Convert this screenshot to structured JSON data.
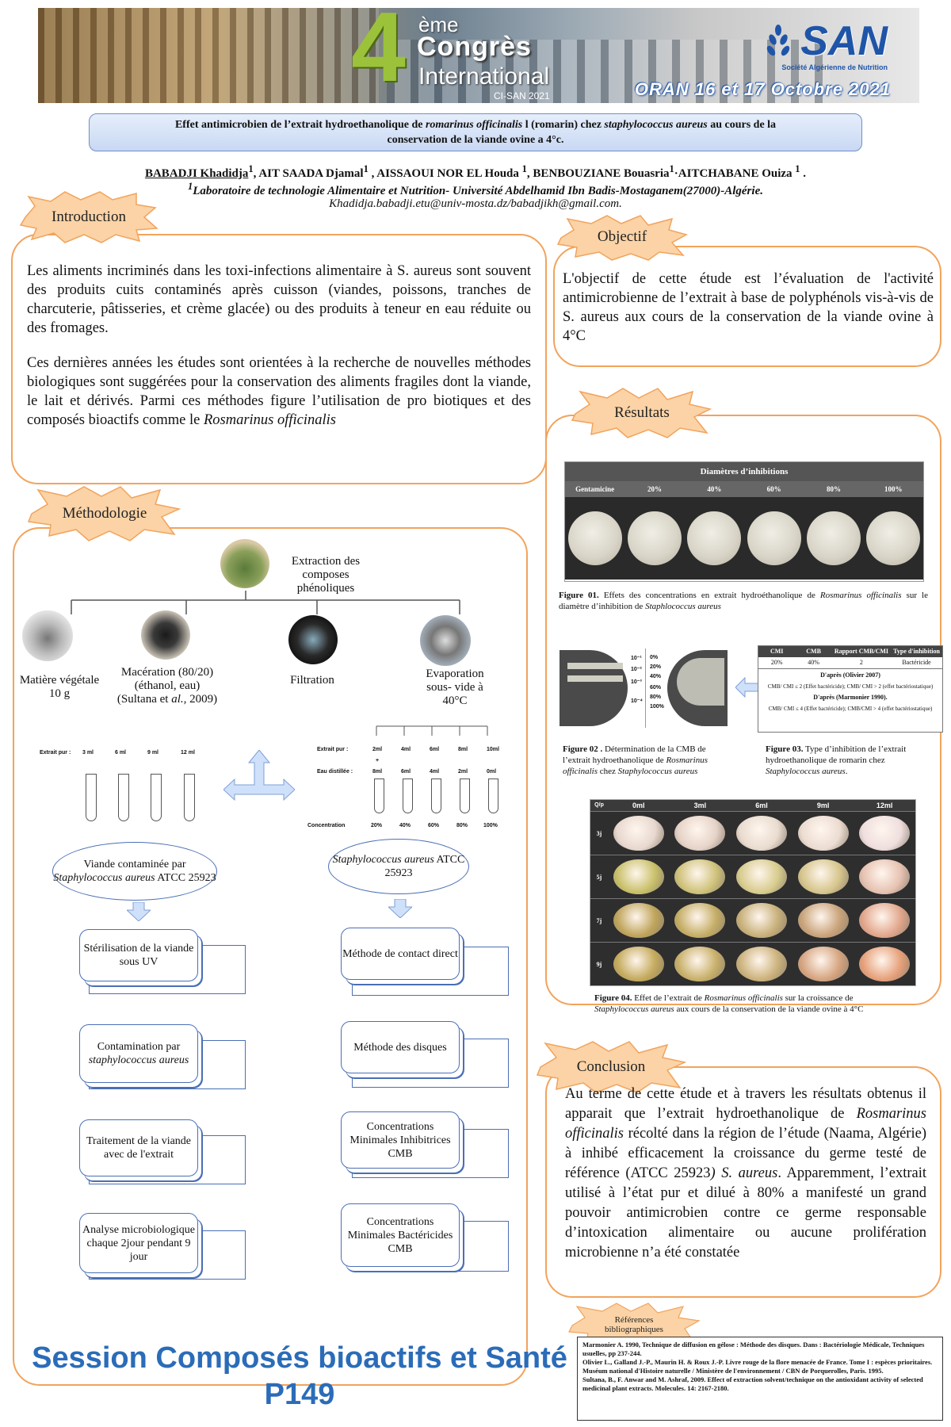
{
  "banner": {
    "number": "4",
    "ordinal": "ème",
    "line1": "Congrès",
    "line2": "International",
    "edition": "CI-SAN 2021",
    "logo_word": "SAN",
    "logo_sub": "Société Algérienne de Nutrition",
    "location_date": "ORAN  16 et 17 Octobre 2021"
  },
  "title": {
    "part1": "Effet antimicrobien de l’extrait hydroethanolique de ",
    "species": "romarinus officinalis",
    "part2": " l (romarin) chez ",
    "bacterium": "staphylococcus aureus",
    "part3": " au cours de la",
    "line2": "conservation de la viande ovine a 4°c."
  },
  "authors": {
    "first": "BABADJI Khadidja",
    "sup1": "1",
    "rest": ", AIT SAADA Djamal",
    "rest2": " , AISSAOUI NOR EL Houda ",
    "rest3": ", BENBOUZIANE Bouasria",
    "rest4": "·AITCHABANE Ouiza ",
    "end": " ."
  },
  "affiliation": "Laboratoire de technologie Alimentaire et Nutrition- Université Abdelhamid Ibn Badis-Mostaganem(27000)-Algérie.",
  "affiliation_sup": "1",
  "email": "Khadidja.babadji.etu@univ-mosta.dz/babadjikh@gmail.com",
  "email_end": ".",
  "introduction": {
    "heading": "Introduction",
    "p1": "Les aliments incriminés dans les toxi-infections alimentaire à S. aureus sont souvent des produits cuits contaminés après cuisson (viandes, poissons, tranches de charcuterie, pâtisseries, et crème glacée) ou des produits à teneur en eau réduite ou des fromages.",
    "p2": "Ces dernières années les études sont orientées à la recherche de nouvelles méthodes biologiques sont suggérées pour la conservation des aliments fragiles dont la viande, le lait et dérivés. Parmi ces méthodes figure l’utilisation de pro biotiques et des composés bioactifs comme le ",
    "p2_italic": "Rosmarinus officinalis"
  },
  "objectif": {
    "heading": "Objectif",
    "text": "L'objectif de cette étude est l’évaluation de l'activité antimicrobienne de l’extrait à base de polyphénols vis-à-vis de S. aureus aux cours de la conservation de la viande ovine à 4°C"
  },
  "methodologie": {
    "heading": "Méthodologie",
    "extraction": "Extraction des composes phénoliques",
    "steps": [
      "Matière végétale 10 g",
      "Macération (80/20)(éthanol, eau)  (Sultana et ",
      "Filtration",
      "Evaporation sous- vide à 40°C"
    ],
    "step2_italic": "al.,",
    "step2_year": " 2009)",
    "left_table": {
      "label": "Extrait pur :",
      "values": [
        "3 ml",
        "6 ml",
        "9 ml",
        "12 ml"
      ]
    },
    "right_table": {
      "row1_label": "Extrait pur :",
      "row1": [
        "2ml",
        "4ml",
        "6ml",
        "8ml",
        "10ml"
      ],
      "plus": "+",
      "row2_label": "Eau distillée :",
      "row2": [
        "8ml",
        "6ml",
        "4ml",
        "2ml",
        "0ml"
      ],
      "row3_label": "Concentration",
      "row3": [
        "20%",
        "40%",
        "60%",
        "80%",
        "100%"
      ]
    },
    "oval_left": {
      "a": "Viande contaminée par ",
      "b": "Staphylococcus aureus",
      "c": " ATCC 25923"
    },
    "oval_right": {
      "a": "Staphylococcus aureus",
      "b": " ATCC 25923"
    },
    "left_steps": [
      "Stérilisation de la viande sous  UV",
      "Contamination par ",
      "Traitement de la viande avec de l'extrait",
      "Analyse microbiologique chaque 2jour pendant 9 jour"
    ],
    "left_step2_italic": "staphylococcus aureus",
    "right_steps": [
      "Méthode de contact direct",
      "Méthode des disques",
      "Concentrations Minimales Inhibitrices CMB",
      "Concentrations Minimales Bactéricides CMB"
    ]
  },
  "resultats": {
    "heading": "Résultats",
    "fig1": {
      "title": "Diamètres d’inhibitions",
      "columns": [
        "Gentamicine",
        "20%",
        "40%",
        "60%",
        "80%",
        "100%"
      ],
      "caption_bold": "Figure 01.",
      "caption": " Effets des concentrations en extrait hydroéthanolique de ",
      "caption_i1": "Rosmarinus officinalis",
      "caption2": " sur le diamètre d’inhibition de ",
      "caption_i2": "Staphlococcus aureus"
    },
    "fig2": {
      "dilutions": [
        "10⁻¹",
        "10⁻²",
        "10⁻³",
        "10⁻⁴"
      ],
      "percents": [
        "0%",
        "20%",
        "40%",
        "60%",
        "80%",
        "100%"
      ],
      "caption_bold": "Figure 02 .",
      "caption": " Détermination de la CMB de l’extrait hydroethanolique de ",
      "caption_i1": "Rosmarinus officinalis",
      "caption2": " chez ",
      "caption_i2": "Staphylococcus aureus"
    },
    "fig3": {
      "headers": [
        "CMI",
        "CMB",
        "Rapport CMB/CMI",
        "Type d'inhibition"
      ],
      "row": [
        "20%",
        "40%",
        "2",
        "Bactéricide"
      ],
      "ref1": "D'après (Olivier 2007)",
      "rule1": "CMB/ CMI ≤ 2 (Effet bactéricide); CMB/ CMI > 2 (effet bactériostatique)",
      "ref2": "D'après (Marmonier 1990).",
      "rule2": "CMB/ CMI ≤ 4 (Effet bactéricide); CMB/CMI > 4 (effet bactériostatique)",
      "caption_bold": "Figure 03.",
      "caption": " Type d’inhibition de l’extrait hydroethanolique de romarin chez ",
      "caption_i1": "Staphylococcus aureus",
      "caption_end": "."
    },
    "fig4": {
      "corner_top": "Q",
      "corner_left": "p",
      "columns": [
        "0ml",
        "3ml",
        "6ml",
        "9ml",
        "12ml"
      ],
      "rows": [
        "3j",
        "5j",
        "7j",
        "9j"
      ],
      "caption_bold": "Figure 04.",
      "caption": " Effet de l’extrait de ",
      "caption_i1": "Rosmarinus officinalis",
      "caption2": " sur la croissance de ",
      "caption_i2": "Staphylococcus aureus",
      "caption3": " aux cours de la conservation de la viande ovine à 4°C"
    }
  },
  "conclusion": {
    "heading": "Conclusion",
    "t1": "Au terme de cette étude et à travers les résultats obtenus il apparait que l’extrait hydroethanolique de ",
    "t1_italic": "Rosmarinus officinalis",
    "t2": " récolté dans la région de l’étude (Naama, Algérie) à inhibé efficacement la croissance du germe testé de référence (ATCC 25923",
    "t2_italic": ") S. aureus",
    "t3": ". Apparemment, l’extrait utilisé à l’état pur et dilué à 80% a manifesté un grand pouvoir antimicrobien contre ce germe responsable d’intoxication alimentaire ou aucune prolifération microbienne n’a été constatée"
  },
  "references": {
    "heading": "Références bibliographiques",
    "items": [
      "Marmonier A. 1990, Technique de diffusion en gélose : Méthode des disques. Dans : Bactériologie Médicale, Techniques usuelles, pp 237-244.",
      "Olivier L., Galland J.-P., Maurin H. & Roux J.-P. Livre rouge de la flore menacée de France. Tome I : espèces prioritaires. Muséum national d'Histoire naturelle / Ministère de l'environnement / CBN de Porquerolles, Paris. 1995.",
      "Sultana, B., F. Anwar and M. Ashraf, 2009. Effect of extraction solvent/technique on the antioxidant activity of selected medicinal plant extracts. Molecules. 14: 2167-2180."
    ]
  },
  "session": {
    "line1": "Session Composés bioactifs et Santé",
    "line2": "P149"
  },
  "colors": {
    "accent_orange": "#f2a35c",
    "accent_blue": "#4a6fb5",
    "session_blue": "#2b6cb8",
    "burst_fill": "#fbd3a6"
  }
}
